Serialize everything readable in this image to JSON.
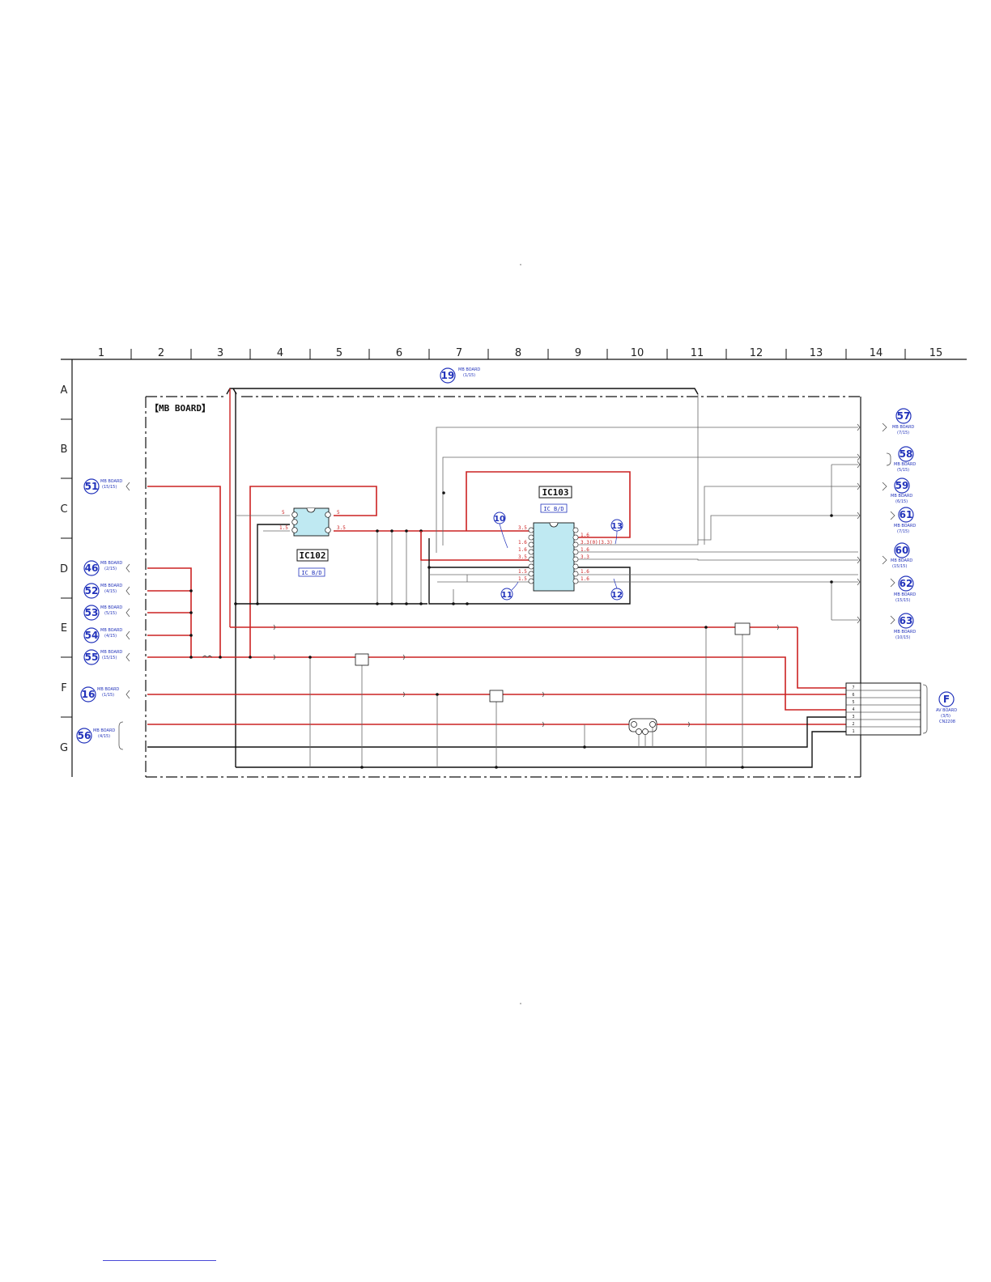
{
  "grid": {
    "columns": [
      "1",
      "2",
      "3",
      "4",
      "5",
      "6",
      "7",
      "8",
      "9",
      "10",
      "11",
      "12",
      "13",
      "14",
      "15"
    ],
    "rows": [
      "A",
      "B",
      "C",
      "D",
      "E",
      "F",
      "G"
    ]
  },
  "board_title": "【MB BOARD】",
  "connectors": {
    "c19": {
      "num": "19",
      "line1": "MB BOARD",
      "line2": "(1/15)"
    },
    "c51": {
      "num": "51",
      "line1": "MB BOARD",
      "line2": "(15/15)"
    },
    "c46": {
      "num": "46",
      "line1": "MB BOARD",
      "line2": "(2/15)"
    },
    "c52": {
      "num": "52",
      "line1": "MB BOARD",
      "line2": "(4/15)"
    },
    "c53": {
      "num": "53",
      "line1": "MB BOARD",
      "line2": "(5/15)"
    },
    "c54": {
      "num": "54",
      "line1": "MB BOARD",
      "line2": "(4/15)"
    },
    "c55": {
      "num": "55",
      "line1": "MB BOARD",
      "line2": "(15/15)"
    },
    "c16": {
      "num": "16",
      "line1": "MB BOARD",
      "line2": "(1/15)"
    },
    "c56": {
      "num": "56",
      "line1": "MB BOARD",
      "line2": "(4/15)"
    },
    "c57": {
      "num": "57",
      "line1": "MB BOARD",
      "line2": "(7/15)"
    },
    "c58": {
      "num": "58",
      "line1": "MB BOARD",
      "line2": "(5/15)"
    },
    "c59": {
      "num": "59",
      "line1": "MB BOARD",
      "line2": "(6/15)"
    },
    "c61": {
      "num": "61",
      "line1": "MB BOARD",
      "line2": "(7/15)"
    },
    "c60": {
      "num": "60",
      "line1": "MB BOARD",
      "line2": "(15/15)"
    },
    "c62": {
      "num": "62",
      "line1": "MB BOARD",
      "line2": "(15/15)"
    },
    "c63": {
      "num": "63",
      "line1": "MB BOARD",
      "line2": "(10/15)"
    },
    "cF": {
      "num": "F",
      "line1": "AV BOARD",
      "line2": "(3/5)",
      "line3": "CN2208"
    }
  },
  "ics": {
    "ic102": {
      "name": "IC102",
      "type": "IC B/D"
    },
    "ic103": {
      "name": "IC103",
      "type": "IC B/D"
    }
  },
  "waveforms": [
    "10",
    "11",
    "12",
    "13"
  ],
  "ic102_voltages": {
    "left": [
      "5",
      "1.5"
    ],
    "right": [
      "5",
      "3.5"
    ]
  },
  "ic103_voltages": {
    "left": [
      "3.5",
      "1.6",
      "1.6",
      "3.5",
      "1.5",
      "1.5"
    ],
    "right": [
      "1.6",
      "3.3(0)(3.3)",
      "1.6",
      "3.3",
      "1.6",
      "1.6"
    ]
  },
  "cn_pins": [
    "7",
    "6",
    "5",
    "4",
    "3",
    "2",
    "1"
  ]
}
